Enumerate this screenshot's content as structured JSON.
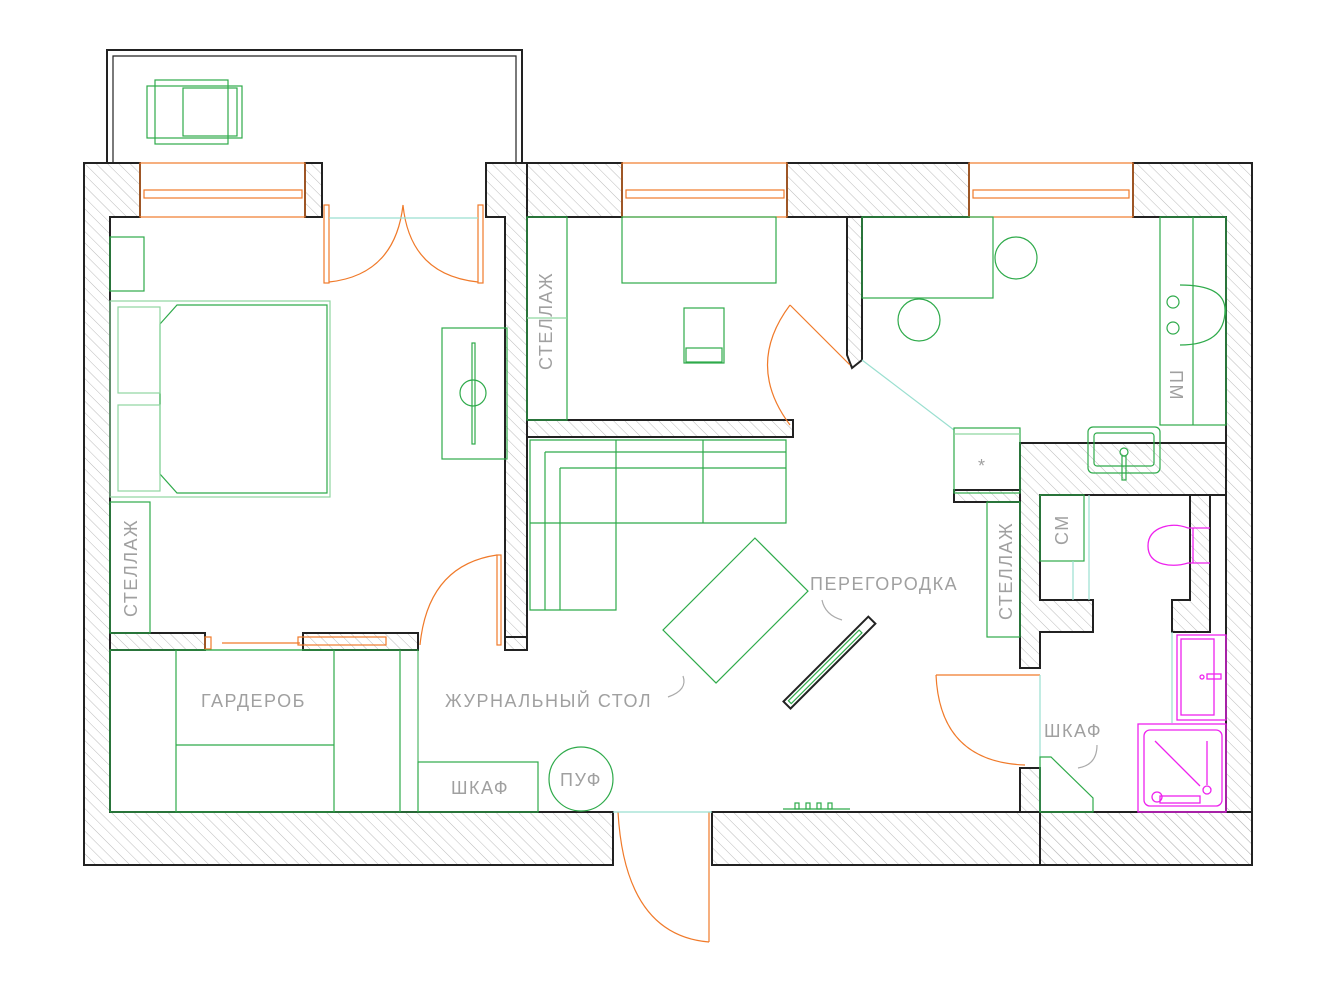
{
  "labels": {
    "shelf_bedroom": "СТЕЛЛАЖ",
    "shelf_office": "СТЕЛЛАЖ",
    "shelf_hall": "СТЕЛЛАЖ",
    "wardrobe": "ГАРДЕРОБ",
    "coffee_table": "ЖУРНАЛЬНЫЙ СТОЛ",
    "partition": "ПЕРЕГОРОДКА",
    "cabinet_hall": "ШКАФ",
    "cabinet_bath": "ШКАФ",
    "pouf": "ПУФ",
    "washing_machine": "СМ",
    "dishwasher": "ПМ",
    "fridge_symbol": "*"
  },
  "colors": {
    "furniture": "#2eaa4a",
    "doors_windows": "#f07a2a",
    "plumbing": "#ee22ee",
    "labels": "#a0a0a0",
    "walls": "#222222"
  }
}
